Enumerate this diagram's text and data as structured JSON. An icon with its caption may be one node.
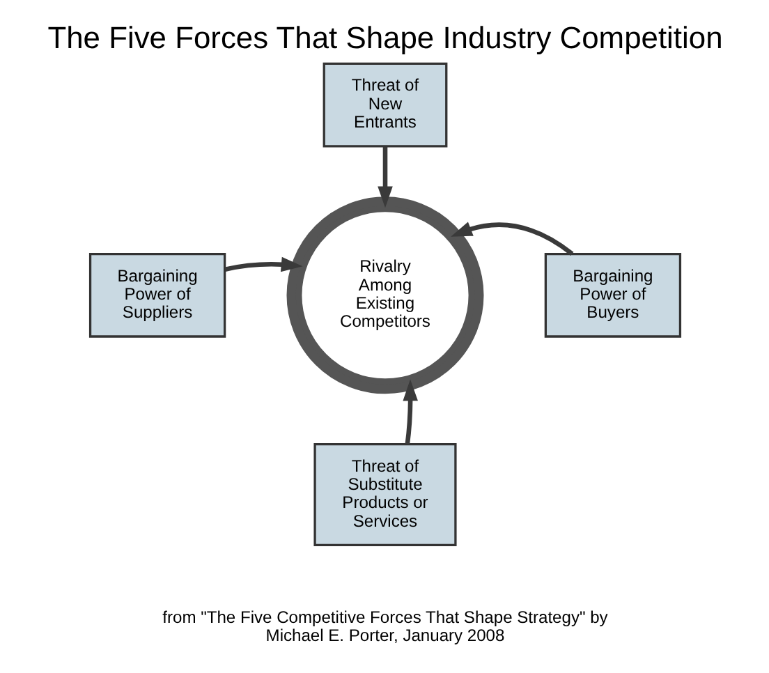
{
  "diagram": {
    "title": "The Five Forces That Shape Industry Competition",
    "caption": "from \"The Five Competitive Forces That Shape Strategy\" by Michael E. Porter, January 2008",
    "nodes": [
      {
        "text": [
          "Threat of New Entrants"
        ]
      },
      {
        "text": [
          "Bargaining Power of Suppliers"
        ]
      },
      {
        "text": [
          "Rivalry Among Existing Competitors"
        ]
      },
      {
        "text": [
          "Bargaining Power of Buyers"
        ]
      },
      {
        "text": [
          "Threat of Substitute Products or Services"
        ]
      }
    ],
    "edges": [
      {
        "from": 0,
        "to": 2,
        "arrow": "to"
      },
      {
        "from": 1,
        "to": 2,
        "arrow": "to"
      },
      {
        "from": 3,
        "to": 2,
        "arrow": "to"
      },
      {
        "from": 4,
        "to": 2,
        "arrow": "to"
      }
    ]
  }
}
